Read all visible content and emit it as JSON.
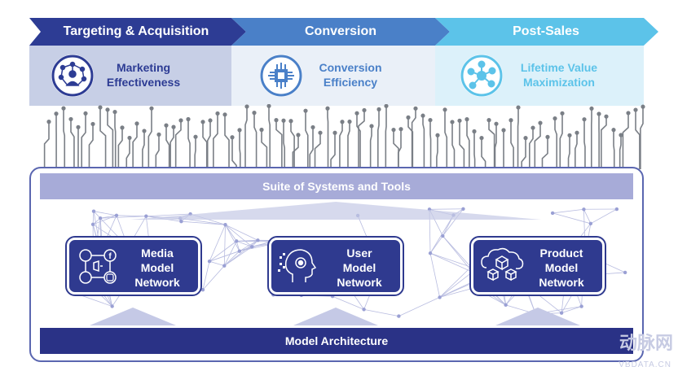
{
  "stages": [
    {
      "title": "Targeting & Acquisition",
      "label_line1": "Marketing",
      "label_line2": "Effectiveness",
      "icon": "network-people-icon"
    },
    {
      "title": "Conversion",
      "label_line1": "Conversion",
      "label_line2": "Efficiency",
      "icon": "chip-icon"
    },
    {
      "title": "Post-Sales",
      "label_line1": "Lifetime Value",
      "label_line2": "Maximization",
      "icon": "hub-nodes-icon"
    }
  ],
  "suite": {
    "label": "Suite of Systems and Tools"
  },
  "networks": [
    {
      "line1": "Media",
      "line2": "Model",
      "line3": "Network",
      "icon": "social-media-icon"
    },
    {
      "line1": "User",
      "line2": "Model",
      "line3": "Network",
      "icon": "ai-head-icon"
    },
    {
      "line1": "Product",
      "line2": "Model",
      "line3": "Network",
      "icon": "cloud-cubes-icon"
    }
  ],
  "architecture": {
    "label": "Model Architecture"
  },
  "watermark": {
    "logo": "动脉网",
    "url": "VBDATA.CN"
  },
  "colors": {
    "stage1": "#2d3c94",
    "stage2": "#4a80c8",
    "stage3": "#5cc3e9",
    "dark": "#2a3286",
    "light": "#a7abd8"
  }
}
